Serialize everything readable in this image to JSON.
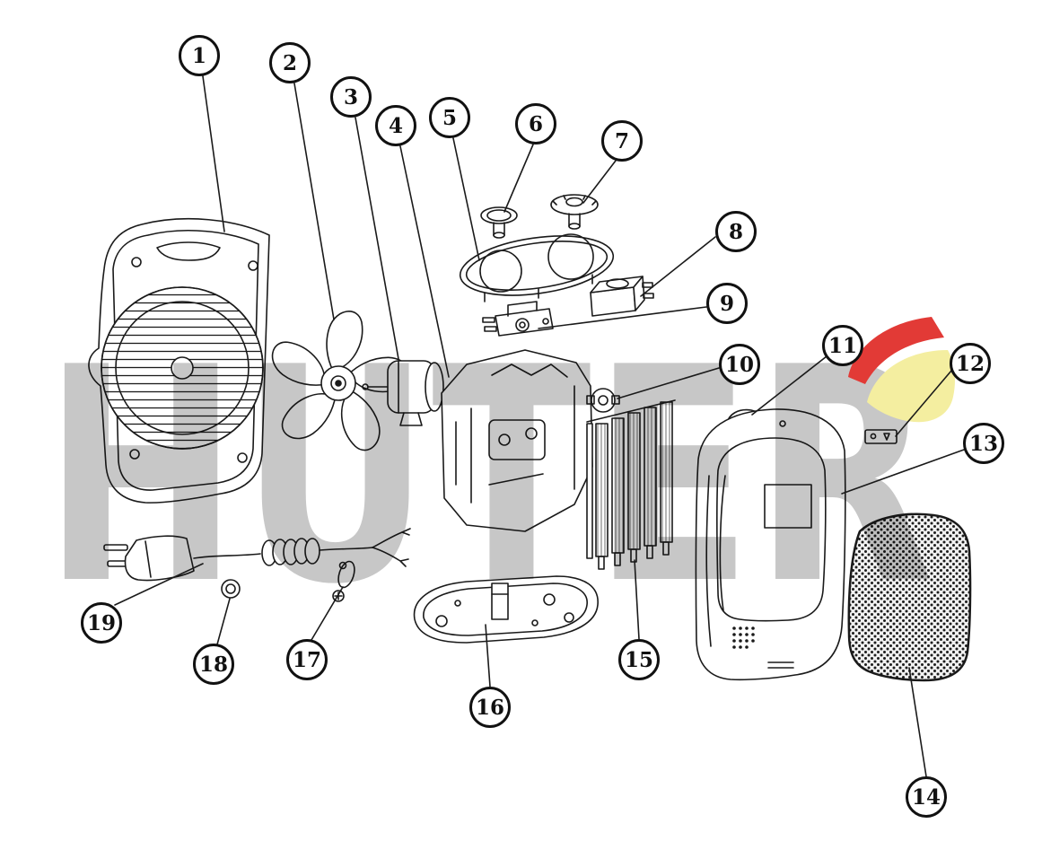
{
  "diagram": {
    "watermark": "HUTER",
    "callouts": [
      {
        "label": "1",
        "part": "rear-housing-shell"
      },
      {
        "label": "2",
        "part": "fan-blade"
      },
      {
        "label": "3",
        "part": "motor"
      },
      {
        "label": "4",
        "part": "motor-bracket-frame"
      },
      {
        "label": "5",
        "part": "control-panel-plate"
      },
      {
        "label": "6",
        "part": "thermostat-knob"
      },
      {
        "label": "7",
        "part": "selector-knob"
      },
      {
        "label": "8",
        "part": "rocker-switch"
      },
      {
        "label": "9",
        "part": "thermal-cutoff"
      },
      {
        "label": "10",
        "part": "motor-mount-bushing"
      },
      {
        "label": "11",
        "part": "handle-clip"
      },
      {
        "label": "12",
        "part": "indicator-plate"
      },
      {
        "label": "13",
        "part": "front-housing-shell"
      },
      {
        "label": "14",
        "part": "front-mesh-grille"
      },
      {
        "label": "15",
        "part": "heating-element"
      },
      {
        "label": "16",
        "part": "base-plate"
      },
      {
        "label": "17",
        "part": "cord-anchor"
      },
      {
        "label": "18",
        "part": "washer"
      },
      {
        "label": "19",
        "part": "power-cord"
      }
    ]
  },
  "colors": {
    "line": "#1a1a1a",
    "watermark_gray": "#c7c7c7",
    "logo_red": "#e23a36",
    "logo_yellow": "#f4eea0",
    "background": "#ffffff"
  }
}
